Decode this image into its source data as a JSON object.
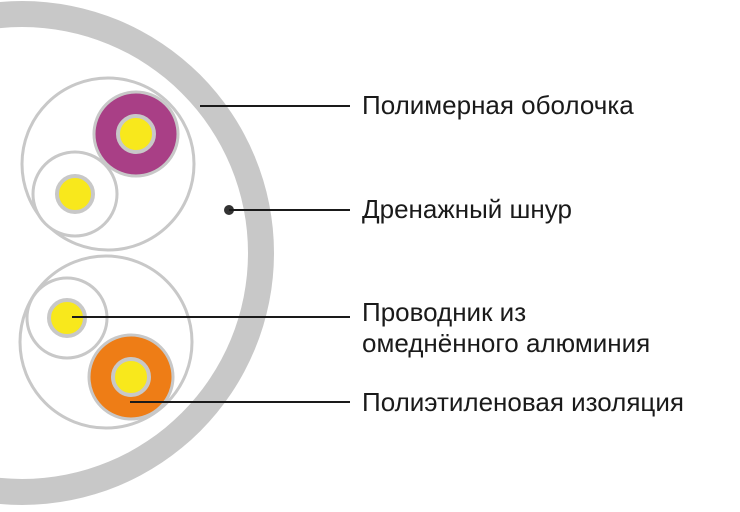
{
  "labels": {
    "sheath": "Полимерная оболочка",
    "drain": "Дренажный шнур",
    "conductor": [
      "Проводник из",
      "омеднённого алюминия"
    ],
    "insulation": "Полиэтиленовая изоляция"
  },
  "colors": {
    "sheath": "#c8c8c8",
    "cable_interior": "#ffffff",
    "pair_outline": "#c8c8c8",
    "conductor_core": "#f8e81c",
    "conductor_ring": "#c8c8c8",
    "insulation_purple": "#a93f86",
    "insulation_orange": "#ee7d16",
    "insulation_white": "#ffffff",
    "leader_line": "#1a1a1a",
    "drain_dot": "#333333",
    "text": "#1a1a1a"
  }
}
